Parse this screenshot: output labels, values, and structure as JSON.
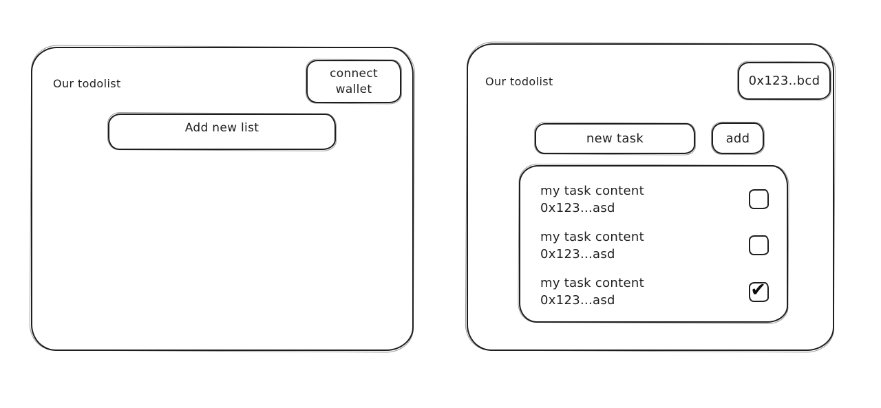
{
  "colors": {
    "stroke": "#1e1e1e",
    "background": "#ffffff"
  },
  "left_panel": {
    "title": "Our todolist",
    "connect_wallet_label": "connect wallet",
    "add_new_list_label": "Add new list"
  },
  "right_panel": {
    "title": "Our todolist",
    "wallet_address_label": "0x123..bcd",
    "new_task_placeholder": "new task",
    "add_button_label": "add",
    "tasks": [
      {
        "content": "my task content",
        "address": "0x123...asd",
        "checked": false,
        "check_glyph": ""
      },
      {
        "content": "my task content",
        "address": "0x123...asd",
        "checked": false,
        "check_glyph": ""
      },
      {
        "content": "my task content",
        "address": "0x123...asd",
        "checked": true,
        "check_glyph": "✔"
      }
    ]
  }
}
